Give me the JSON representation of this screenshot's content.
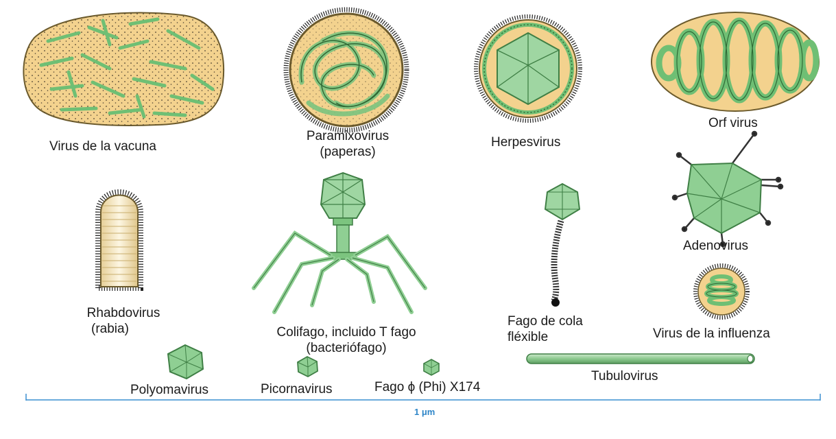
{
  "colors": {
    "envelope": "#f3d28e",
    "capsid_green": "#8fcf93",
    "capsid_stroke": "#3f7f45",
    "spike": "#222222",
    "scale_bar": "#3a8fd0"
  },
  "viruses": [
    {
      "id": "vaccinia",
      "label": "Virus de la vacuna",
      "shape": "irregular-envelope"
    },
    {
      "id": "paramyxovirus",
      "label_line1": "Paramixovirus",
      "label_line2": "(paperas)",
      "shape": "round-envelope-helical"
    },
    {
      "id": "herpesvirus",
      "label": "Herpesvirus",
      "shape": "round-envelope-icosahedral"
    },
    {
      "id": "orf",
      "label": "Orf virus",
      "shape": "ovoid-coiled"
    },
    {
      "id": "rhabdovirus",
      "label_line1": "Rhabdovirus",
      "label_line2": "(rabia)",
      "shape": "bullet"
    },
    {
      "id": "coliphage",
      "label_line1": "Colifago, incluido T fago",
      "label_line2": "(bacteriófago)",
      "shape": "tailed-phage"
    },
    {
      "id": "flexible-phage",
      "label_line1": "Fago de cola",
      "label_line2": "fléxible",
      "shape": "flexible-tail-phage"
    },
    {
      "id": "adenovirus",
      "label": "Adenovirus",
      "shape": "icosahedral-fibers"
    },
    {
      "id": "influenza",
      "label": "Virus de la influenza",
      "shape": "round-envelope-helical"
    },
    {
      "id": "polyomavirus",
      "label": "Polyomavirus",
      "shape": "small-icosahedron"
    },
    {
      "id": "picornavirus",
      "label": "Picornavirus",
      "shape": "small-icosahedron"
    },
    {
      "id": "phi-x174",
      "label": "Fago ϕ (Phi) X174",
      "shape": "tiny-icosahedron"
    },
    {
      "id": "tubulovirus",
      "label": "Tubulovirus",
      "shape": "rod"
    }
  ],
  "scale_bar": {
    "label": "1 μm"
  }
}
